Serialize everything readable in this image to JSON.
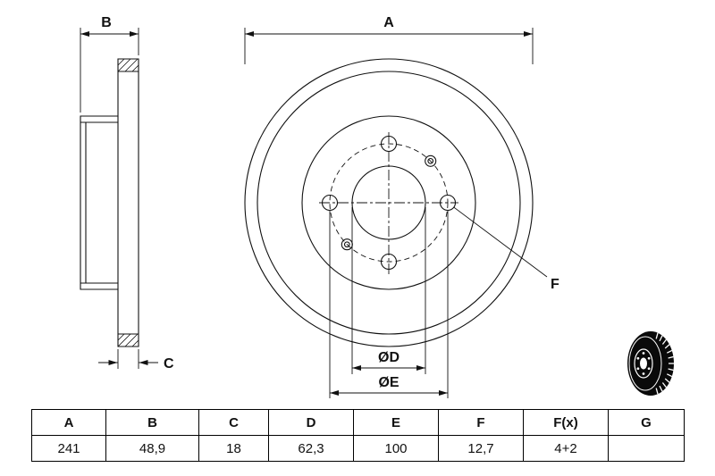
{
  "drawing": {
    "labels": {
      "a": "A",
      "b": "B",
      "c": "C",
      "d": "ØD",
      "e": "ØE",
      "f": "F"
    }
  },
  "table": {
    "headers": [
      "A",
      "B",
      "C",
      "D",
      "E",
      "F",
      "F(x)",
      "G"
    ],
    "values": [
      "241",
      "48,9",
      "18",
      "62,3",
      "100",
      "12,7",
      "4+2",
      ""
    ]
  }
}
